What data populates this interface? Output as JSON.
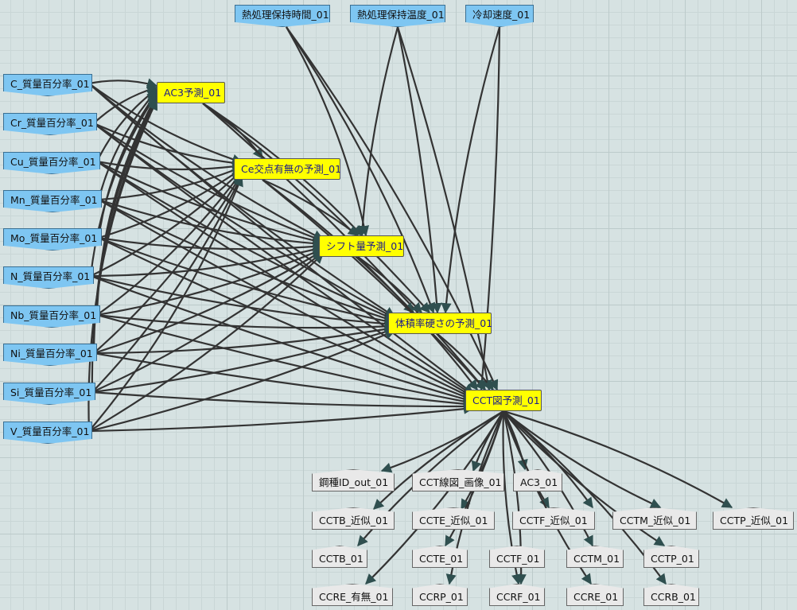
{
  "nodes": {
    "top_inputs": [
      "熱処理保持時間_01",
      "熱処理保持温度_01",
      "冷却速度_01"
    ],
    "left_inputs": [
      "C_質量百分率_01",
      "Cr_質量百分率_01",
      "Cu_質量百分率_01",
      "Mn_質量百分率_01",
      "Mo_質量百分率_01",
      "N_質量百分率_01",
      "Nb_質量百分率_01",
      "Ni_質量百分率_01",
      "Si_質量百分率_01",
      "V_質量百分率_01"
    ],
    "processes": [
      "AC3予測_01",
      "Ce交点有無の予測_01",
      "シフト量予測_01",
      "体積率硬さの予測_01",
      "CCT図予測_01"
    ],
    "outputs": [
      "鋼種ID_out_01",
      "CCT線図_画像_01",
      "AC3_01",
      "CCTB_近似_01",
      "CCTE_近似_01",
      "CCTF_近似_01",
      "CCTM_近似_01",
      "CCTP_近似_01",
      "CCTB_01",
      "CCTE_01",
      "CCTF_01",
      "CCTM_01",
      "CCTP_01",
      "CCRE_有無_01",
      "CCRP_01",
      "CCRF_01",
      "CCRE_01",
      "CCRB_01"
    ]
  },
  "colors": {
    "input_fill": "#7ec6f2",
    "process_fill": "#ffff00",
    "output_fill": "#e9e9e9",
    "edge": "#333333",
    "arrowhead": "#2f4f4f"
  }
}
